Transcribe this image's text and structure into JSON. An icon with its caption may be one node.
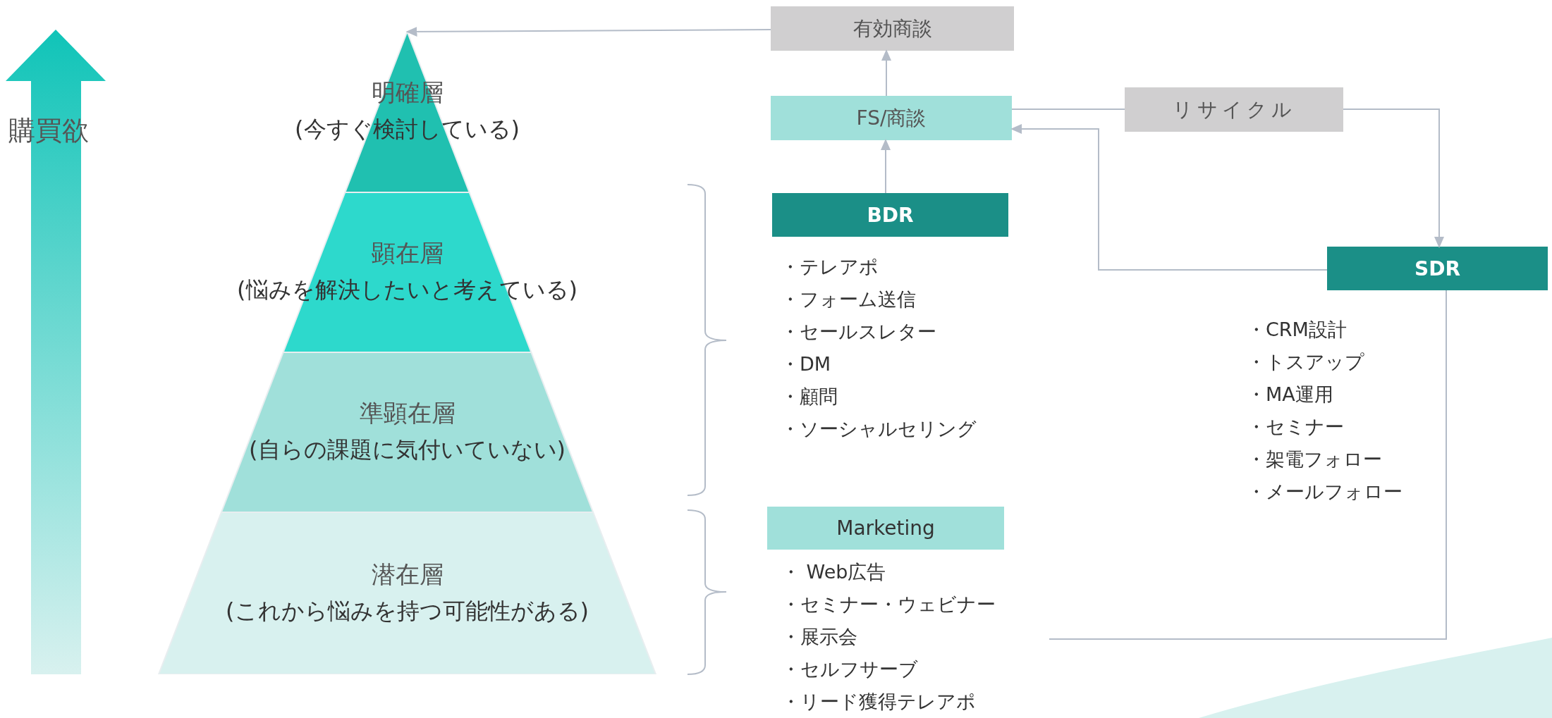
{
  "diagram": {
    "nodes": [
      {
        "text": [
          "明確層",
          "(今すぐ検討している)"
        ]
      },
      {
        "text": [
          "顕在層",
          "(悩みを解決したいと考えている)"
        ]
      },
      {
        "text": [
          "準顕在層",
          "(自らの課題に気付いていない)"
        ]
      },
      {
        "text": [
          "潜在層",
          "(これから悩みを持つ可能性がある)"
        ]
      },
      {
        "text": [
          "有効商談"
        ]
      },
      {
        "text": [
          "FS/商談"
        ]
      },
      {
        "text": [
          "リサイクル"
        ]
      },
      {
        "text": [
          "BDR"
        ],
        "beside": [
          "・テレアポ",
          "・フォーム送信",
          "・セールスレター",
          "・DM",
          "・顧問",
          "・ソーシャルセリング"
        ]
      },
      {
        "text": [
          "SDR"
        ],
        "beside": [
          "・CRM設計",
          "・トスアップ",
          "・MA運用",
          "・セミナー",
          "・架電フォロー",
          "・メールフォロー"
        ]
      },
      {
        "text": [
          "Marketing"
        ],
        "beside": [
          "・ Web広告",
          "・セミナー・ウェビナー",
          "・展示会",
          "・セルフサーブ",
          "・リード獲得テレアポ"
        ]
      }
    ],
    "edges": [
      {
        "from": 4,
        "to": 0,
        "arrow": "to"
      },
      {
        "from": 5,
        "to": 4,
        "arrow": "to"
      },
      {
        "from": 7,
        "to": 5,
        "arrow": "to"
      },
      {
        "from": 5,
        "to": 6,
        "arrow": "none"
      },
      {
        "from": 6,
        "to": 8,
        "arrow": "to"
      },
      {
        "from": 8,
        "to": 5,
        "arrow": "to"
      },
      {
        "from": 9,
        "to": 8,
        "arrow": "none"
      }
    ],
    "labels": [
      "購買欲"
    ]
  }
}
